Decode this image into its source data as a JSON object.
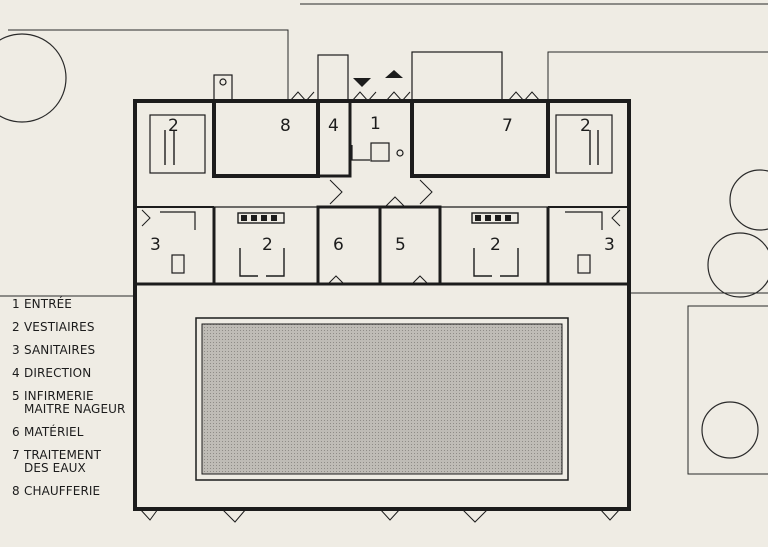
{
  "rooms": {
    "entree": "1",
    "vestiaires": "2",
    "sanitaires": "3",
    "direction": "4",
    "infirmerie": "5",
    "materiel": "6",
    "traitement": "7",
    "chaufferie": "8"
  },
  "legend": [
    {
      "num": "1",
      "label": "ENTRÉE"
    },
    {
      "num": "2",
      "label": "VESTIAIRES"
    },
    {
      "num": "3",
      "label": "SANITAIRES"
    },
    {
      "num": "4",
      "label": "DIRECTION"
    },
    {
      "num": "5",
      "label": "INFIRMERIE\nMAITRE NAGEUR"
    },
    {
      "num": "6",
      "label": "MATÉRIEL"
    },
    {
      "num": "7",
      "label": "TRAITEMENT\nDES EAUX"
    },
    {
      "num": "8",
      "label": "CHAUFFERIE"
    }
  ],
  "colors": {
    "paper": "#efece4",
    "ink": "#1c1c1c",
    "pool": "#b9b6b0"
  }
}
